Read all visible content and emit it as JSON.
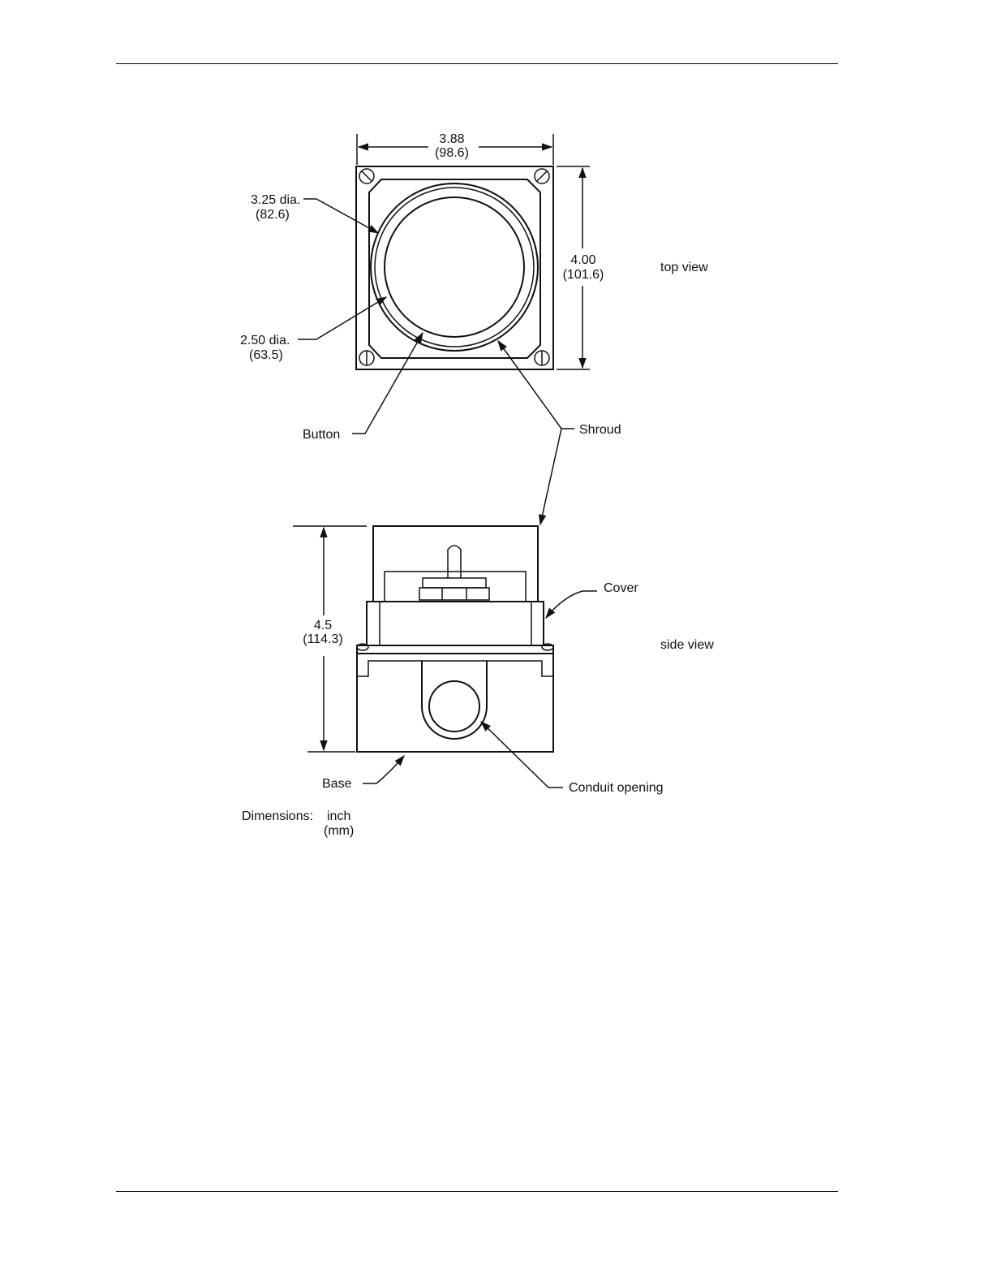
{
  "figure": {
    "top_view": {
      "label": "top view",
      "width_in": "3.88",
      "width_mm": "(98.6)",
      "height_in": "4.00",
      "height_mm": "(101.6)",
      "outer_dia_in": "3.25 dia.",
      "outer_dia_mm": "(82.6)",
      "inner_dia_in": "2.50 dia.",
      "inner_dia_mm": "(63.5)"
    },
    "side_view": {
      "label": "side view",
      "height_in": "4.5",
      "height_mm": "(114.3)"
    },
    "callouts": {
      "button": "Button",
      "shroud": "Shroud",
      "cover": "Cover",
      "base": "Base",
      "conduit": "Conduit opening"
    },
    "units": {
      "label": "Dimensions:",
      "primary": "inch",
      "secondary": "(mm)"
    }
  }
}
